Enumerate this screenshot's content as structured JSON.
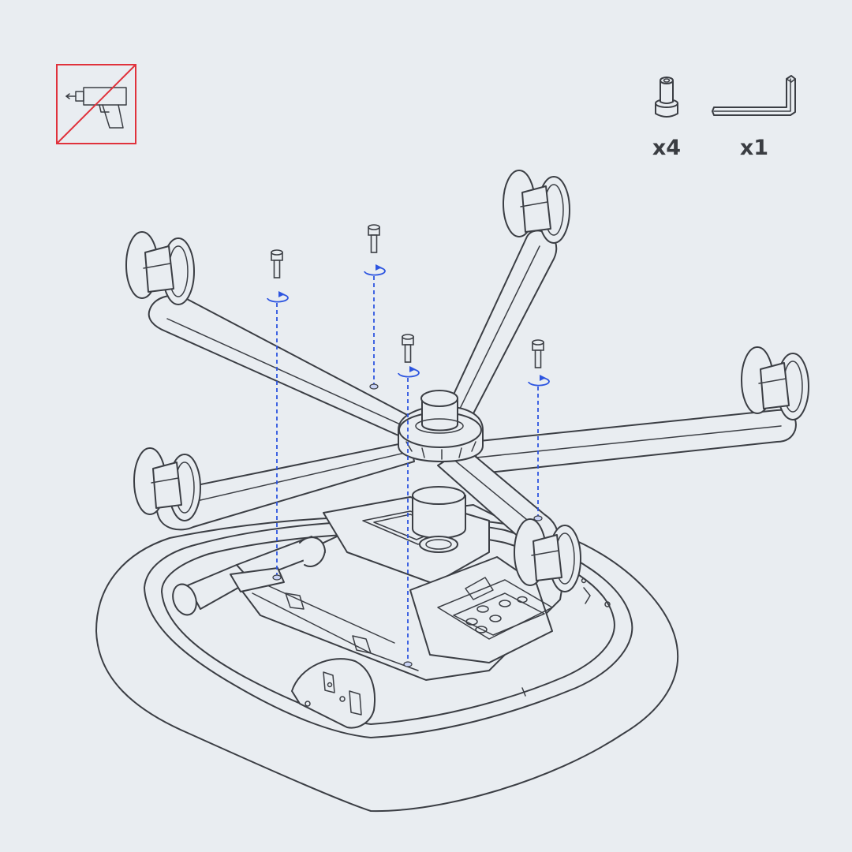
{
  "notice": {
    "icon": "no-power-drill-icon",
    "color": "#e0323c"
  },
  "parts": [
    {
      "icon": "bolt-icon",
      "quantity": "x4"
    },
    {
      "icon": "hex-key-icon",
      "quantity": "x1"
    }
  ],
  "guide_color": "#2d55e0",
  "bolt_count": 4
}
